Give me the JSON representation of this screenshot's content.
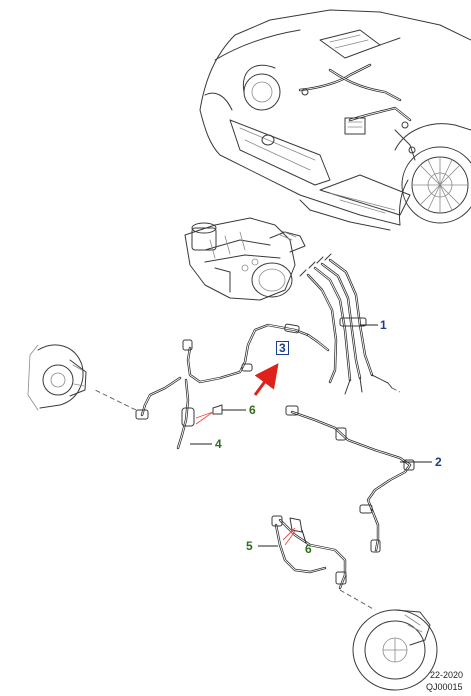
{
  "callouts": {
    "c1": "1",
    "c2": "2",
    "c3": "3",
    "c4": "4",
    "c5": "5",
    "c6a": "6",
    "c6b": "6"
  },
  "reference": {
    "date": "22-2020",
    "code": "QJ00015"
  },
  "colors": {
    "callout_blue": "#1a3c8c",
    "callout_green": "#2d6e1a",
    "highlight_arrow": "#e0201a"
  }
}
